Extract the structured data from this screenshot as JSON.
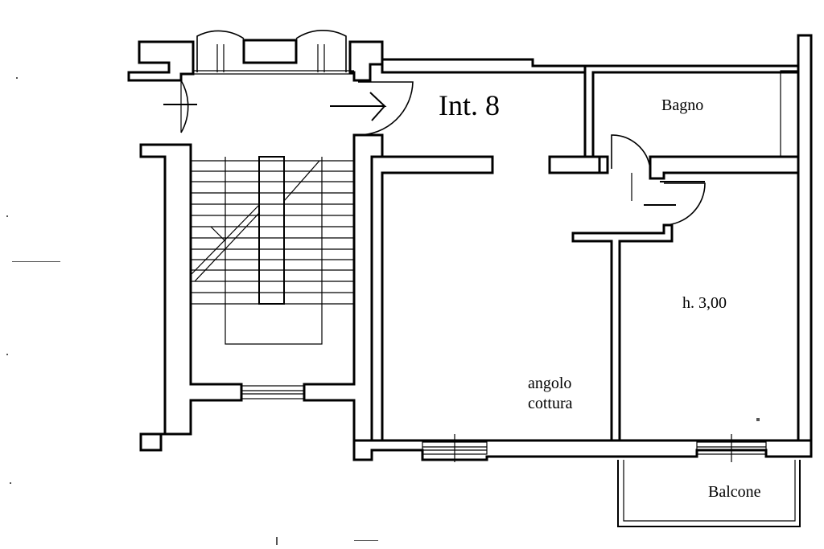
{
  "plan": {
    "unit_label": "Int. 8",
    "rooms": {
      "bathroom": "Bagno",
      "kitchen_line1": "angolo",
      "kitchen_line2": "cottura",
      "height": "h. 3,00",
      "balcony": "Balcone"
    },
    "colors": {
      "ink": "#000000",
      "paper": "#ffffff"
    }
  }
}
